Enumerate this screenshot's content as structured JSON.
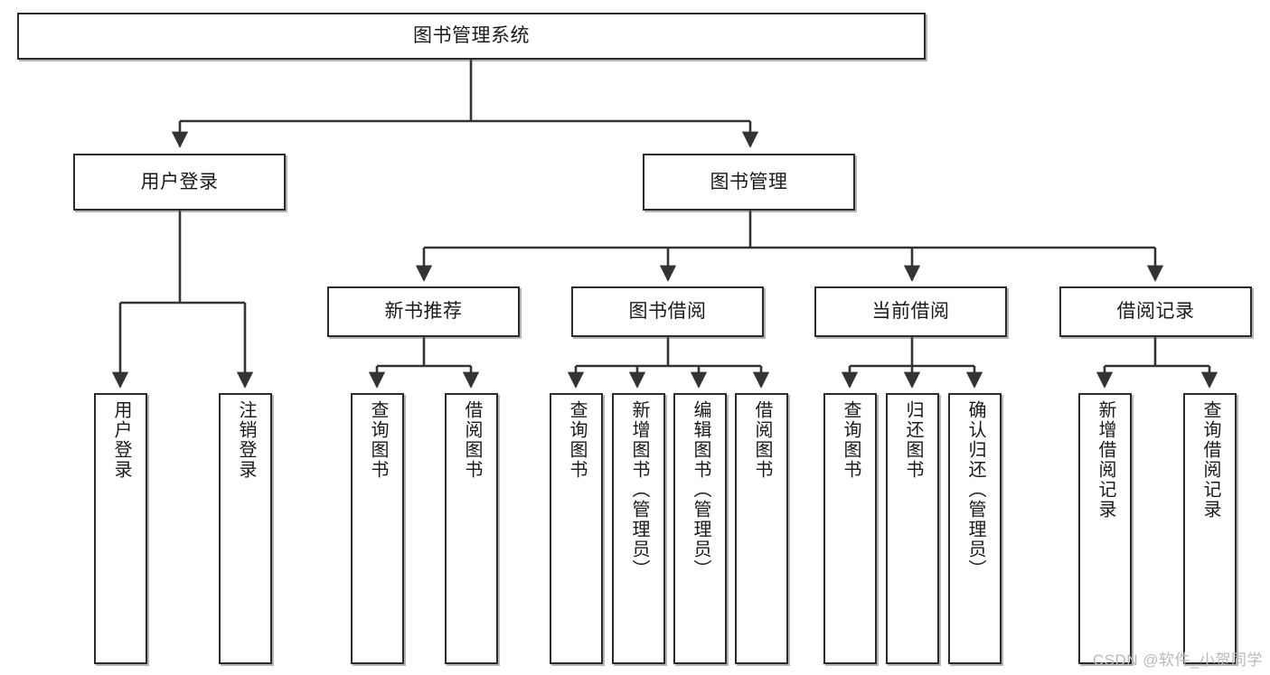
{
  "diagram": {
    "title": "图书管理系统",
    "type": "tree-hierarchy-diagram",
    "watermark": "CSDN @软件_小贺同学",
    "colors": {
      "box_border": "#2b2b2b",
      "box_fill": "#ffffff",
      "edge": "#333333",
      "text": "#1a1a1a",
      "watermark": "#b9b9b9"
    },
    "root": {
      "label": "图书管理系统"
    },
    "level2": [
      {
        "label": "用户登录"
      },
      {
        "label": "图书管理"
      }
    ],
    "level3": [
      {
        "label": "新书推荐"
      },
      {
        "label": "图书借阅"
      },
      {
        "label": "当前借阅"
      },
      {
        "label": "借阅记录"
      }
    ],
    "leaves": {
      "user_login": [
        {
          "label": "用户登录"
        },
        {
          "label": "注销登录"
        }
      ],
      "new_book_recommend": [
        {
          "label": "查询图书"
        },
        {
          "label": "借阅图书"
        }
      ],
      "book_borrow": [
        {
          "label": "查询图书"
        },
        {
          "label": "新增图书（管理员）"
        },
        {
          "label": "编辑图书（管理员）"
        },
        {
          "label": "借阅图书"
        }
      ],
      "current_borrow": [
        {
          "label": "查询图书"
        },
        {
          "label": "归还图书"
        },
        {
          "label": "确认归还（管理员）"
        }
      ],
      "borrow_record": [
        {
          "label": "新增借阅记录"
        },
        {
          "label": "查询借阅记录"
        }
      ]
    }
  }
}
